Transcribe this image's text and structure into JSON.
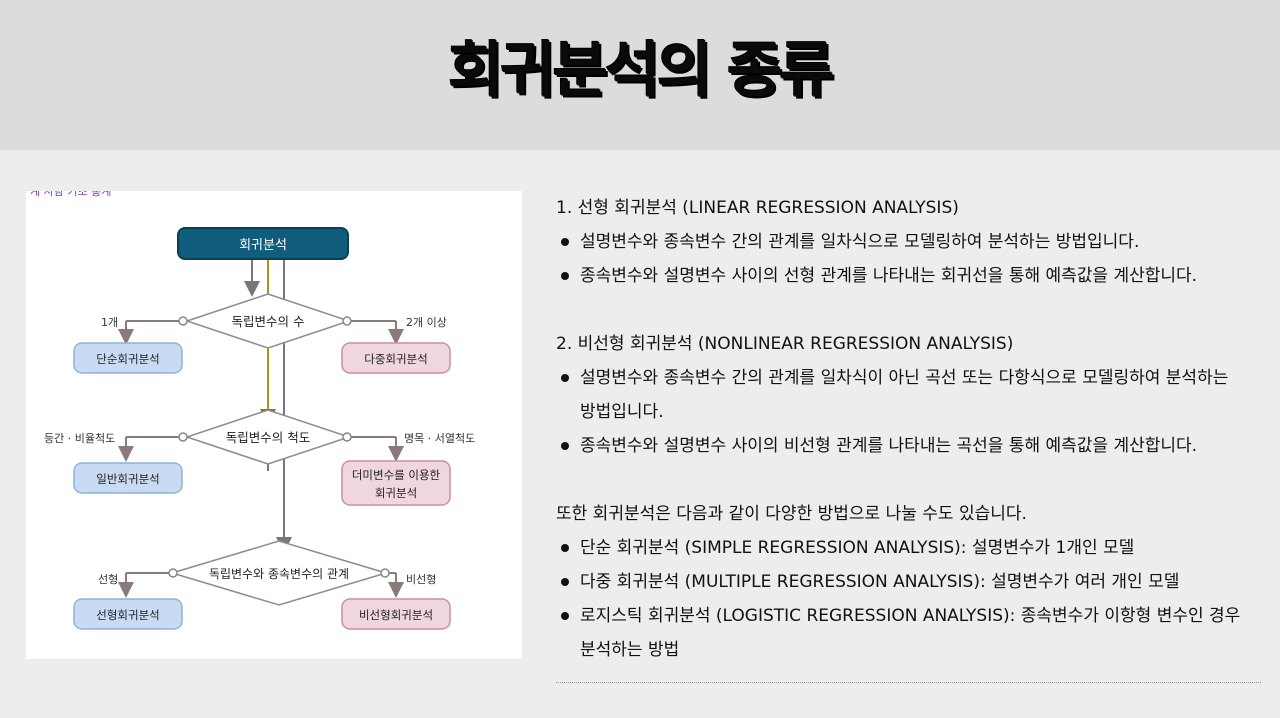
{
  "page": {
    "title": "회귀분석의 종류"
  },
  "diagram": {
    "caption": "계 사람 기초 통계",
    "root": "회귀분석",
    "decision1": {
      "label": "독립변수의 수",
      "left_edge": "1개",
      "right_edge": "2개 이상",
      "left_result": "단순회귀분석",
      "right_result": "다중회귀분석"
    },
    "decision2": {
      "label": "독립변수의 척도",
      "left_edge": "등간 · 비율척도",
      "right_edge": "명목 · 서열척도",
      "left_result": "일반회귀분석",
      "right_result_line1": "더미변수를 이용한",
      "right_result_line2": "회귀분석"
    },
    "decision3": {
      "label": "독립변수와 종속변수의 관계",
      "left_edge": "선형",
      "right_edge": "비선형",
      "left_result": "선형회귀분석",
      "right_result": "비선형회귀분석"
    }
  },
  "content": {
    "section1": {
      "heading": "1. 선형 회귀분석 (LINEAR REGRESSION ANALYSIS)",
      "bullets": [
        "설명변수와 종속변수 간의 관계를 일차식으로 모델링하여 분석하는 방법입니다.",
        "종속변수와 설명변수 사이의 선형 관계를 나타내는 회귀선을 통해 예측값을 계산합니다."
      ]
    },
    "section2": {
      "heading": "2. 비선형 회귀분석 (NONLINEAR REGRESSION ANALYSIS)",
      "bullets": [
        "설명변수와 종속변수 간의 관계를 일차식이 아닌 곡선 또는 다항식으로 모델링하여 분석하는 방법입니다.",
        "종속변수와 설명변수 사이의 비선형 관계를 나타내는 곡선을 통해 예측값을 계산합니다."
      ]
    },
    "section3": {
      "intro": "또한 회귀분석은 다음과 같이 다양한 방법으로 나눌 수도 있습니다.",
      "bullets": [
        "단순 회귀분석 (SIMPLE REGRESSION ANALYSIS): 설명변수가 1개인 모델",
        "다중 회귀분석 (MULTIPLE REGRESSION ANALYSIS): 설명변수가 여러 개인 모델",
        "로지스틱 회귀분석 (LOGISTIC REGRESSION ANALYSIS): 종속변수가 이항형 변수인 경우 분석하는 방법"
      ]
    }
  }
}
